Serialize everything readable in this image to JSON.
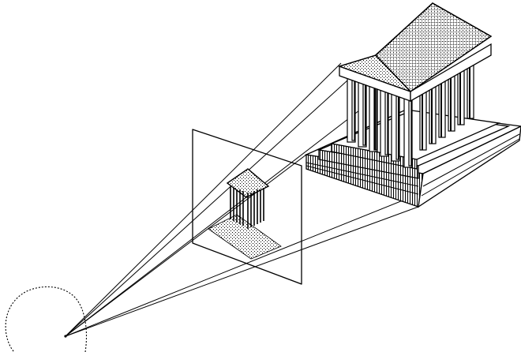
{
  "figure": {
    "parts": [
      "eye-point",
      "picture-plane",
      "projected-image",
      "temple-object",
      "visual-rays"
    ]
  },
  "colors": {
    "ink": "#000000",
    "paper": "#ffffff"
  }
}
